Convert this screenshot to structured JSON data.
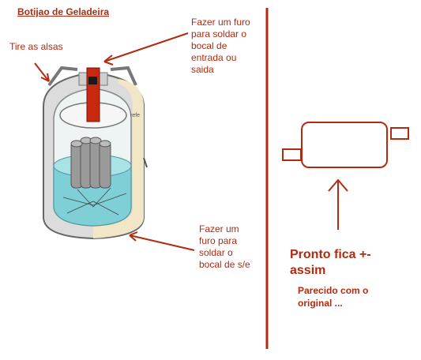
{
  "title": "Botijao de Geladeira",
  "annotations": {
    "top_right": "Fazer um furo\n para soldar o\nbocal de\nentrada ou\nsaida",
    "handles": "Tire as alsas",
    "bottom_right": "Fazer um\nfuro para\nsoldar o\nbocal de s/e"
  },
  "inner_label": "refe",
  "result": {
    "heading": "Pronto fica +-\nassim",
    "subtext": "Parecido com o\noriginal ..."
  },
  "colors": {
    "accent": "#b22a10",
    "liquid": "#7fd0d6",
    "insulation": "#f1e6c6",
    "vessel": "#dcdcdc"
  }
}
